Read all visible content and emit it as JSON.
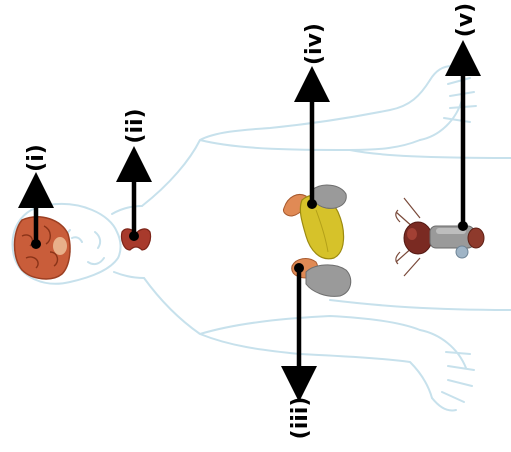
{
  "labels": {
    "i": "(i)",
    "ii": "(ii)",
    "iii": "(iii)",
    "iv": "(iv)",
    "v": "(v)"
  },
  "colors": {
    "outline": "#c7e1ec",
    "brain": "#c95d3a",
    "gland_red": "#a83a2c",
    "liver_yellow": "#d6c22a",
    "stomach_gray": "#9a9a9a",
    "pancreas_orange": "#e08a55",
    "arrow": "#000000"
  }
}
